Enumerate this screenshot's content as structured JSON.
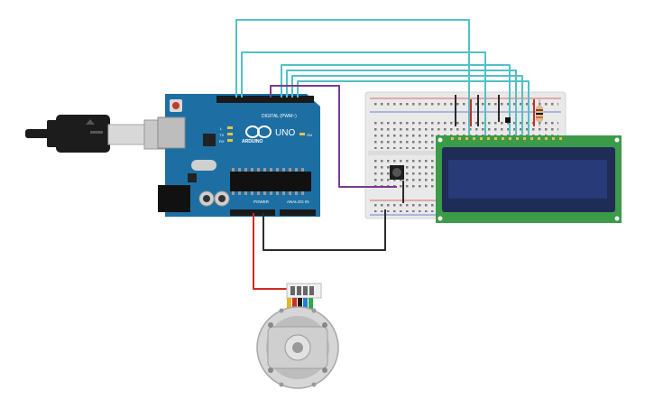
{
  "arduino": {
    "logo": "ARDUINO",
    "model": "UNO",
    "digital_label": "DIGITAL (PWM~)",
    "power_label": "POWER",
    "analog_label": "ANALOG IN",
    "led_l": "L",
    "led_tx": "TX",
    "led_rx": "RX",
    "led_on": "ON"
  },
  "lcd": {
    "pin_count": 16,
    "display_text": ""
  },
  "colors": {
    "board": "#1d6fa3",
    "wire_cyan": "#52c0c8",
    "wire_purple": "#7b3a8c",
    "wire_black": "#2b2b2b",
    "wire_red": "#d22b1f",
    "lcd_pcb": "#3c9b48",
    "lcd_screen": "#283a78"
  },
  "components": [
    "usb-cable-icon",
    "arduino-uno-board",
    "breadboard",
    "pushbutton",
    "resistor",
    "lcd-16x2",
    "servo-motor"
  ]
}
